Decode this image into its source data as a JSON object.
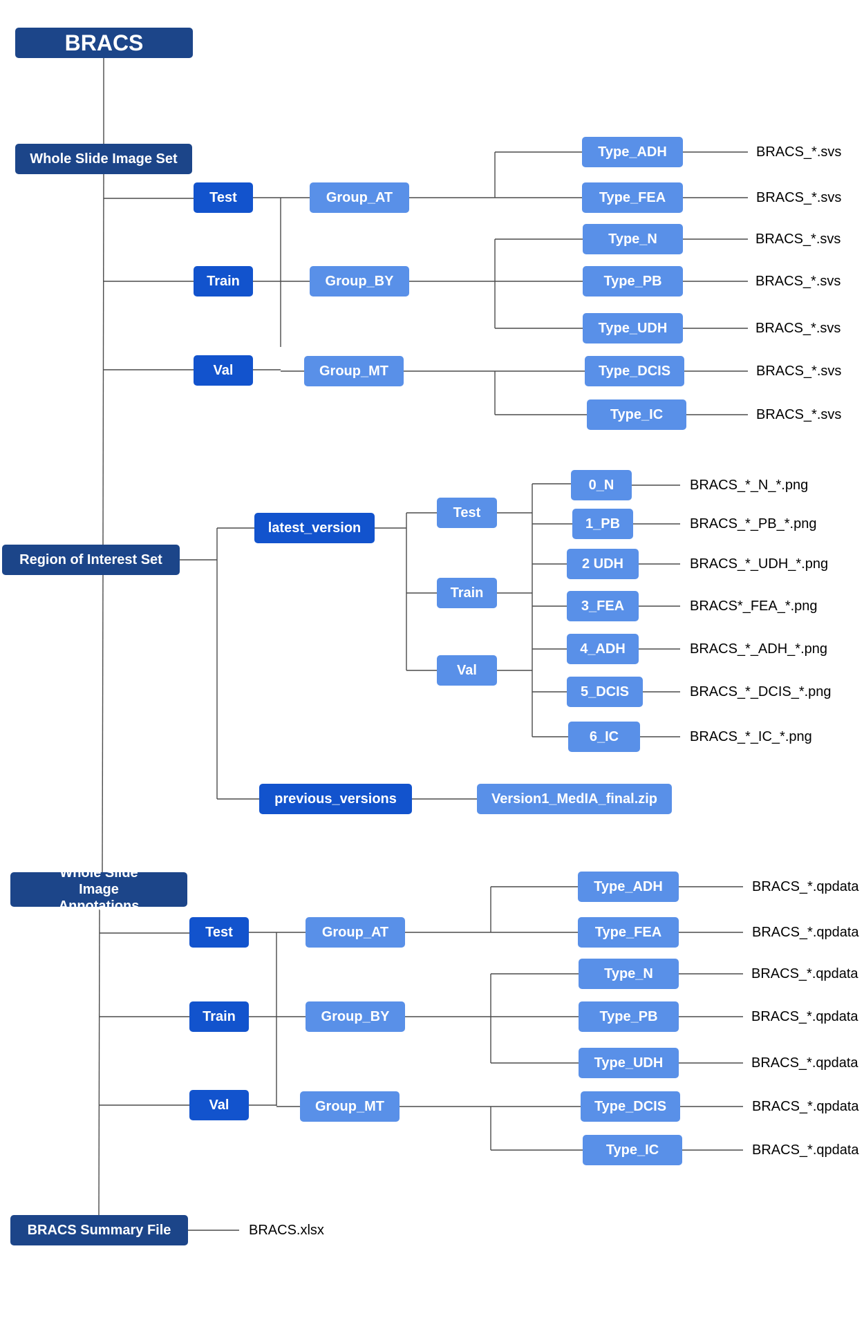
{
  "root": "BRACS",
  "wsi_set": {
    "title": "Whole Slide Image Set",
    "splits": [
      "Test",
      "Train",
      "Val"
    ],
    "groups": [
      "Group_AT",
      "Group_BY",
      "Group_MT"
    ],
    "types": [
      "Type_ADH",
      "Type_FEA",
      "Type_N",
      "Type_PB",
      "Type_UDH",
      "Type_DCIS",
      "Type_IC"
    ],
    "file": "BRACS_*.svs"
  },
  "roi_set": {
    "title": "Region of Interest Set",
    "latest": "latest_version",
    "splits": [
      "Test",
      "Train",
      "Val"
    ],
    "classes": [
      "0_N",
      "1_PB",
      "2 UDH",
      "3_FEA",
      "4_ADH",
      "5_DCIS",
      "6_IC"
    ],
    "files": [
      "BRACS_*_N_*.png",
      "BRACS_*_PB_*.png",
      "BRACS_*_UDH_*.png",
      "BRACS*_FEA_*.png",
      "BRACS_*_ADH_*.png",
      "BRACS_*_DCIS_*.png",
      "BRACS_*_IC_*.png"
    ],
    "previous": "previous_versions",
    "previous_file": "Version1_MedIA_final.zip"
  },
  "wsi_annotations": {
    "title": "Whole Slide Image Annotations",
    "splits": [
      "Test",
      "Train",
      "Val"
    ],
    "groups": [
      "Group_AT",
      "Group_BY",
      "Group_MT"
    ],
    "types": [
      "Type_ADH",
      "Type_FEA",
      "Type_N",
      "Type_PB",
      "Type_UDH",
      "Type_DCIS",
      "Type_IC"
    ],
    "file": "BRACS_*.qpdata"
  },
  "summary": {
    "title": "BRACS Summary File",
    "file": "BRACS.xlsx"
  },
  "colors": {
    "section": "#1c4589",
    "level2": "#1253cd",
    "level3": "#5990e8",
    "connector": "#4a4a4a"
  }
}
